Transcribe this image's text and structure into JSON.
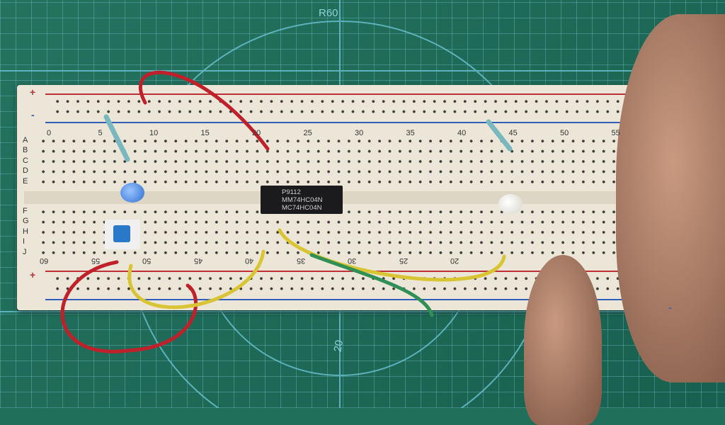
{
  "mat": {
    "label_top": "R60",
    "label_bottom": "20"
  },
  "breadboard": {
    "rail_plus": "+",
    "rail_minus": "-",
    "top_numbers": [
      "0",
      "5",
      "10",
      "15",
      "20",
      "25",
      "30",
      "35",
      "40",
      "45",
      "50",
      "55"
    ],
    "bottom_numbers": [
      "60",
      "55",
      "50",
      "45",
      "40",
      "35",
      "30",
      "25",
      "20"
    ],
    "rows_top": [
      "A",
      "B",
      "C",
      "D",
      "E"
    ],
    "rows_bottom": [
      "F",
      "G",
      "H",
      "I",
      "J"
    ]
  },
  "chip": {
    "line1": "P9112",
    "line2": "MM74HC04N",
    "line3": "MC74HC04N"
  },
  "colors": {
    "mat": "#1f6f5a",
    "board": "#ece6d8",
    "red_wire": "#c0202a",
    "yellow_wire": "#d9c533",
    "green_wire": "#2f8f55",
    "blue_wire": "#2a2ad0"
  }
}
